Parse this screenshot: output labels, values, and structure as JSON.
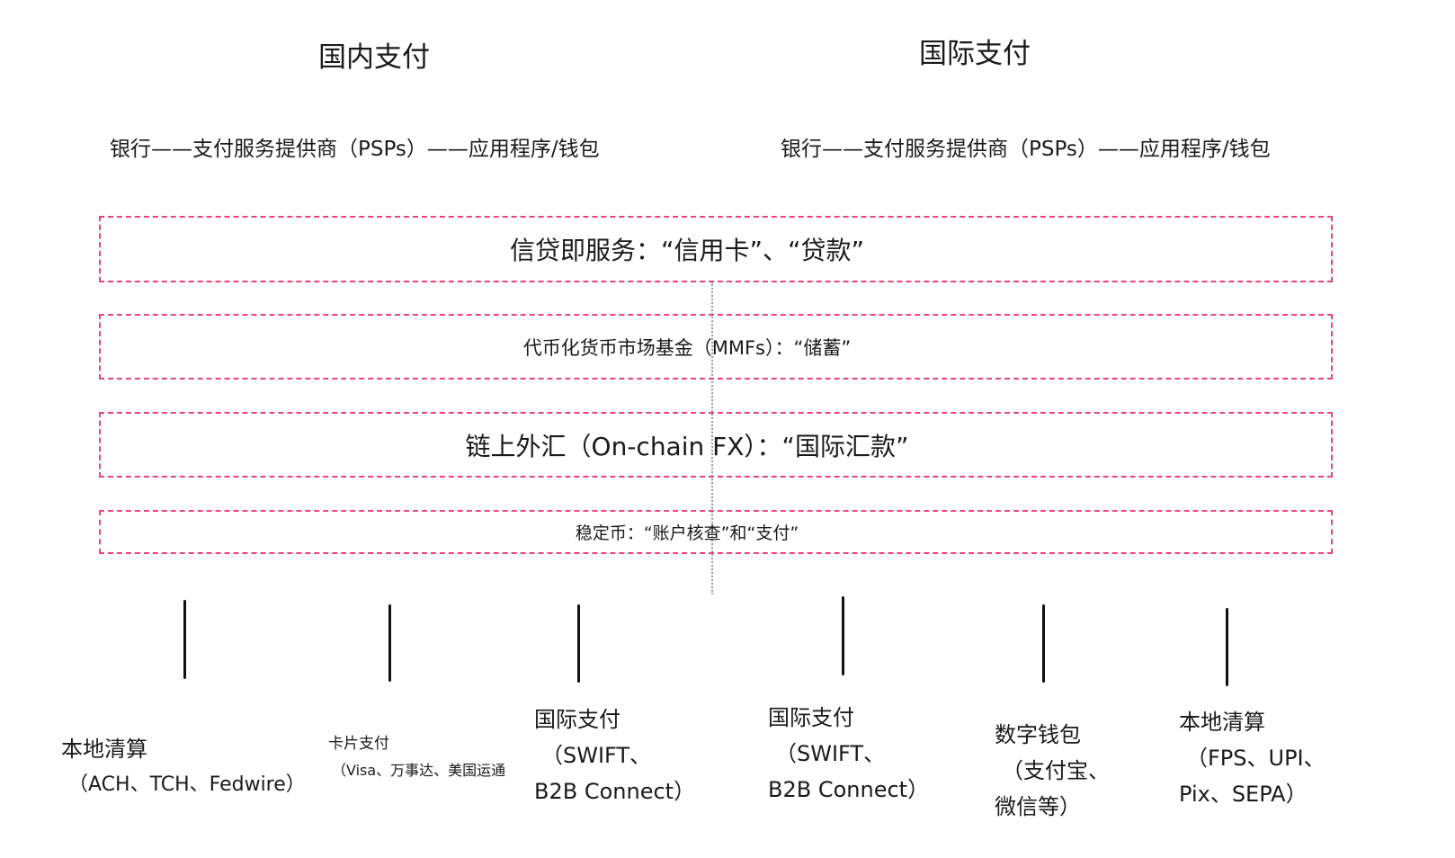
{
  "headers": {
    "domestic": "国内支付",
    "international": "国际支付"
  },
  "chains": {
    "domestic": "银行——支付服务提供商（PSPs）——应用程序/钱包",
    "international": "银行——支付服务提供商（PSPs）——应用程序/钱包"
  },
  "layers": [
    {
      "label": "信贷即服务：“信用卡”、“贷款”"
    },
    {
      "label": "代币化货币市场基金（MMFs）：“储蓄”"
    },
    {
      "label": "链上外汇（On-chain FX）：“国际汇款”"
    },
    {
      "label": "稳定币：“账户核查”和“支付”"
    }
  ],
  "rails": [
    {
      "title": "本地清算",
      "lines": [
        "（ACH、TCH、Fedwire）"
      ]
    },
    {
      "title": "卡片支付",
      "lines": [
        "（Visa、万事达、美国运通"
      ]
    },
    {
      "title": "国际支付",
      "lines": [
        "（SWIFT、",
        "B2B Connect）"
      ]
    },
    {
      "title": "国际支付",
      "lines": [
        "（SWIFT、",
        "B2B Connect）"
      ]
    },
    {
      "title": "数字钱包",
      "lines": [
        "（支付宝、",
        "微信等）"
      ]
    },
    {
      "title": "本地清算",
      "lines": [
        "（FPS、UPI、",
        "Pix、SEPA）"
      ]
    }
  ],
  "colors": {
    "dashed_border": "#e8457a",
    "connector": "#999999"
  }
}
